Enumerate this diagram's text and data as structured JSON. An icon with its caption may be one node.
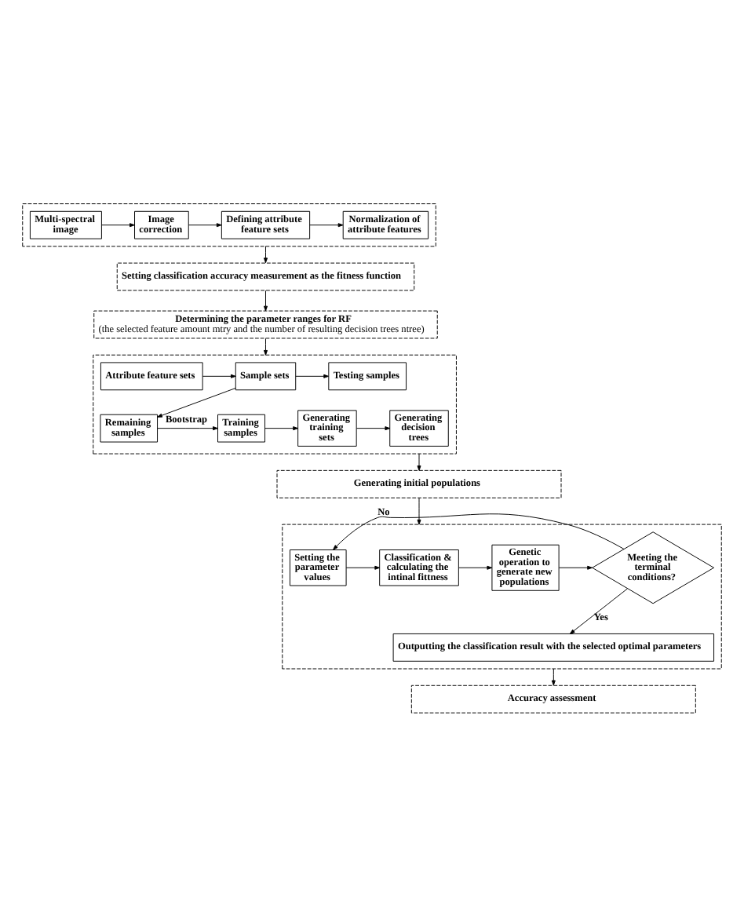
{
  "diagram": {
    "nodes": [
      {
        "text": [],
        "shape": "box"
      },
      {
        "text": [
          "Multi-spectral image"
        ],
        "in": 0
      },
      {
        "text": [
          "Image correction"
        ],
        "in": 0
      },
      {
        "text": [
          "Defining attribute feature sets"
        ],
        "in": 0
      },
      {
        "text": [
          "Normalization of attribute features"
        ],
        "in": 0
      },
      {
        "text": [
          "Setting classification accuracy measurement as the fitness function"
        ]
      },
      {
        "text": [
          "Determining the parameter ranges for RF",
          "(the selected feature amount mtry and the number of resulting decision trees ntree)"
        ]
      },
      {
        "text": [],
        "shape": "box"
      },
      {
        "text": [
          "Attribute feature sets"
        ],
        "in": 7
      },
      {
        "text": [
          "Sample sets"
        ],
        "in": 7
      },
      {
        "text": [
          "Testing samples"
        ],
        "in": 7
      },
      {
        "text": [
          "Remaining samples"
        ],
        "in": 7
      },
      {
        "text": [
          "Training samples"
        ],
        "in": 7
      },
      {
        "text": [
          "Generating training sets"
        ],
        "in": 7
      },
      {
        "text": [
          "Generating decision trees"
        ],
        "in": 7
      },
      {
        "text": [
          "Generating initial populations"
        ]
      },
      {
        "text": [],
        "shape": "box"
      },
      {
        "text": [
          "Setting the parameter values"
        ],
        "in": 16
      },
      {
        "text": [
          "Classification & calculating the intinal fittness"
        ],
        "in": 16
      },
      {
        "text": [
          "Genetic operation to generate new populations"
        ],
        "in": 16
      },
      {
        "text": [
          "Meeting the terminal conditions?"
        ],
        "in": 16
      },
      {
        "text": [
          "Outputting the classification result with the selected optimal parameters"
        ],
        "in": 16
      },
      {
        "text": [
          "Accuracy assessment"
        ]
      }
    ],
    "edges": [
      {
        "from": 1,
        "to": 2,
        "arrow": "to"
      },
      {
        "from": 2,
        "to": 3,
        "arrow": "to"
      },
      {
        "from": 3,
        "to": 4,
        "arrow": "to"
      },
      {
        "from": 0,
        "to": 5,
        "arrow": "to"
      },
      {
        "from": 5,
        "to": 6,
        "arrow": "to"
      },
      {
        "from": 6,
        "to": 7,
        "arrow": "to"
      },
      {
        "from": 8,
        "to": 9,
        "arrow": "to"
      },
      {
        "from": 9,
        "to": 10,
        "arrow": "to"
      },
      {
        "from": 9,
        "to": 11,
        "arrow": "to"
      },
      {
        "from": 11,
        "to": 12,
        "label": "Bootstrap",
        "arrow": "to"
      },
      {
        "from": 12,
        "to": 13,
        "arrow": "to"
      },
      {
        "from": 13,
        "to": 14,
        "arrow": "to"
      },
      {
        "from": 7,
        "to": 15,
        "arrow": "to"
      },
      {
        "from": 15,
        "to": 16,
        "arrow": "to"
      },
      {
        "from": 17,
        "to": 18,
        "arrow": "to"
      },
      {
        "from": 18,
        "to": 19,
        "arrow": "to"
      },
      {
        "from": 19,
        "to": 20,
        "arrow": "to"
      },
      {
        "from": 20,
        "to": 17,
        "label": "No",
        "arrow": "to"
      },
      {
        "from": 20,
        "to": 21,
        "label": "Yes",
        "arrow": "to"
      },
      {
        "from": 16,
        "to": 22,
        "arrow": "to"
      }
    ]
  }
}
